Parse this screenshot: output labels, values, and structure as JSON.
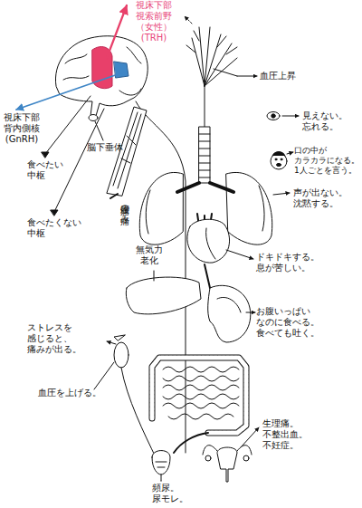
{
  "diagram": {
    "labels": [
      "視床下部 視索前野 （女性） (TRH)",
      "視床下部 背内側核 (GnRH)",
      "脳下垂体",
      "食べたい 中枢",
      "食べたくない 中枢",
      "腰痛の痛み",
      "無気力 老化",
      "血圧上昇",
      "見えない。 忘れる。",
      "口の中が カラカラになる。 1人ごとを言う。",
      "声が出ない。 沈黙する。",
      "ドキドキする。 息が苦しい。",
      "お腹いっぱい なのに食べる。 食べても吐く。",
      "ストレスを 感じると、 痛みが出る。",
      "血圧を上げる。",
      "生理痛。 不整出血。 不妊症。",
      "頻尿。 尿モレ。"
    ]
  }
}
